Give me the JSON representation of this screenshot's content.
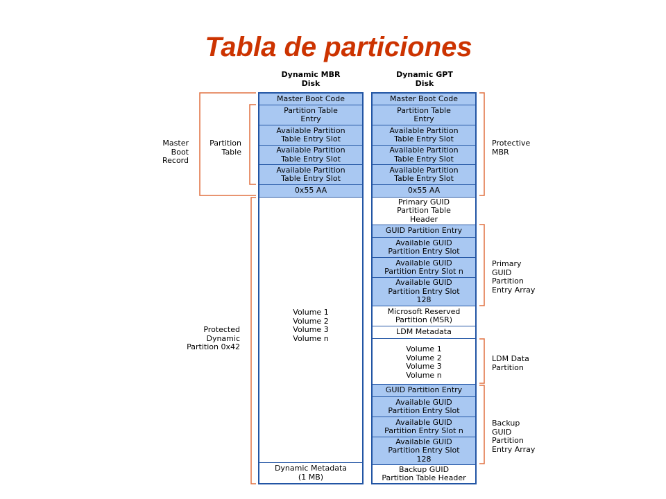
{
  "title": "Tabla de particiones",
  "columns": {
    "mbr_header": "Dynamic MBR\nDisk",
    "gpt_header": "Dynamic GPT\nDisk"
  },
  "mbr_cells": [
    "Master Boot Code",
    "Partition Table\nEntry",
    "Available Partition\nTable Entry Slot",
    "Available Partition\nTable Entry Slot",
    "Available Partition\nTable Entry Slot",
    "0x55 AA",
    "Volume 1\nVolume 2\nVolume 3\nVolume n",
    "Dynamic Metadata\n(1 MB)"
  ],
  "gpt_cells": [
    "Master Boot Code",
    "Partition Table\nEntry",
    "Available Partition\nTable Entry Slot",
    "Available Partition\nTable Entry Slot",
    "Available Partition\nTable Entry Slot",
    "0x55 AA",
    "Primary GUID\nPartition Table\nHeader",
    "GUID Partition Entry",
    "Available GUID\nPartition Entry Slot",
    "Available GUID\nPartition Entry Slot  n",
    "Available GUID\nPartition Entry Slot\n128",
    "Microsoft Reserved\nPartition (MSR)",
    "LDM Metadata",
    "Volume 1\nVolume 2\nVolume 3\nVolume n",
    "GUID Partition Entry",
    "Available GUID\nPartition Entry Slot",
    "Available GUID\nPartition Entry Slot  n",
    "Available GUID\nPartition Entry Slot\n128",
    "Backup GUID\nPartition Table Header"
  ],
  "left_labels": {
    "master_boot_record": "Master\nBoot\nRecord",
    "partition_table": "Partition\nTable",
    "protected_dynamic": "Protected\nDynamic\nPartition 0x42"
  },
  "right_labels": {
    "protective_mbr": "Protective\nMBR",
    "primary_array": "Primary\nGUID\nPartition\nEntry Array",
    "ldm_data": "LDM Data\nPartition",
    "backup_array": "Backup\nGUID\nPartition\nEntry Array"
  },
  "colors": {
    "title": "#cc3300",
    "cell_fill": "#a9c8f2",
    "border": "#2255a4",
    "bracket": "#e07040"
  }
}
